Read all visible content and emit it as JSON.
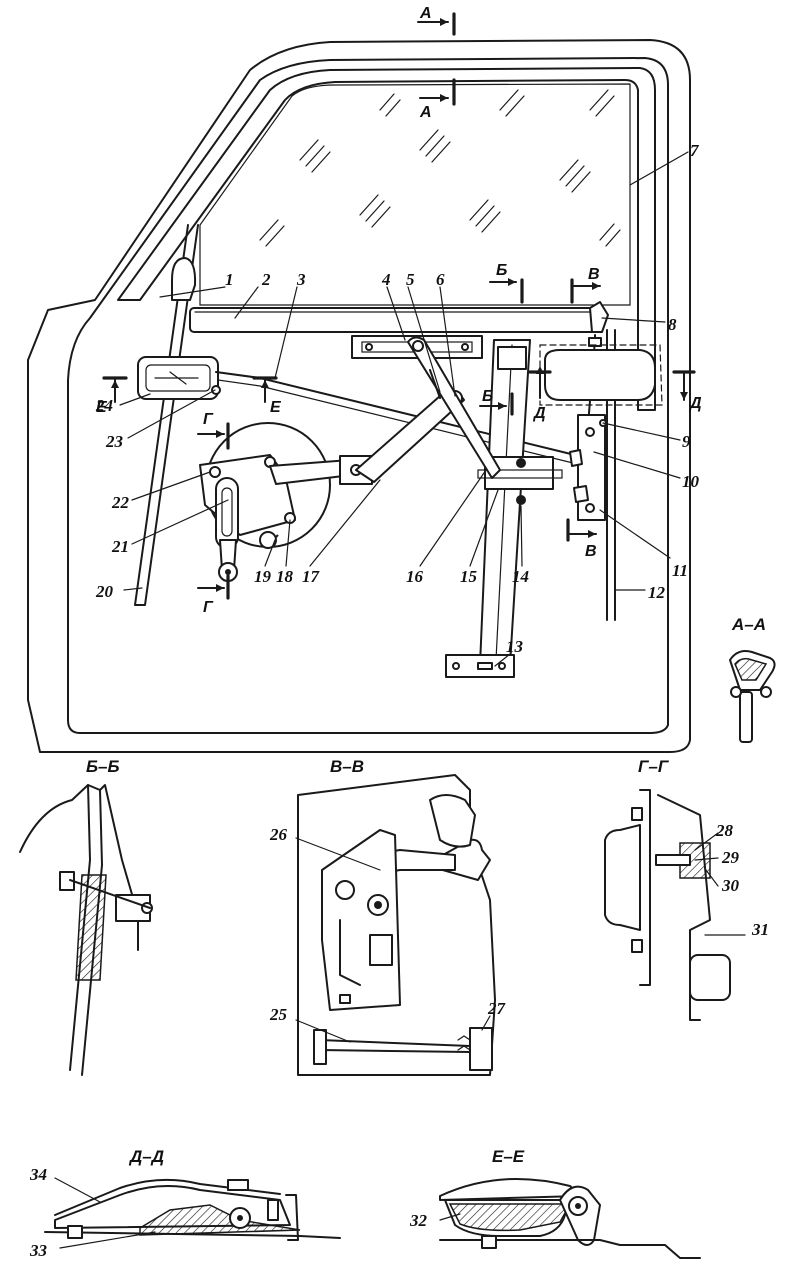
{
  "callouts": [
    "1",
    "2",
    "3",
    "4",
    "5",
    "6",
    "7",
    "8",
    "9",
    "10",
    "11",
    "12",
    "13",
    "14",
    "15",
    "16",
    "17",
    "18",
    "19",
    "20",
    "21",
    "22",
    "23",
    "24",
    "25",
    "26",
    "27",
    "28",
    "29",
    "30",
    "31",
    "32",
    "33",
    "34"
  ],
  "cut_marks": {
    "a": "А",
    "b": "Б",
    "v": "В",
    "g": "Г",
    "d": "Д",
    "e": "Е"
  },
  "sections": {
    "aa": "А–А",
    "bb": "Б–Б",
    "vv": "В–В",
    "gg": "Г–Г",
    "dd": "Д–Д",
    "ee": "Е–Е"
  }
}
